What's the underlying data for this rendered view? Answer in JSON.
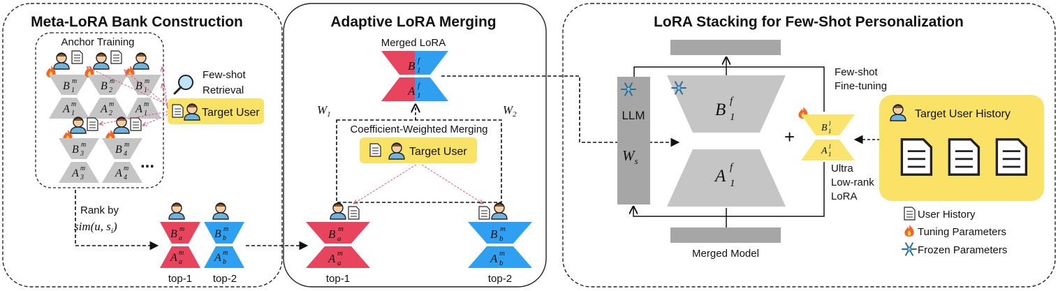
{
  "panels": {
    "bank": {
      "title": "Meta-LoRA Bank Construction",
      "anchor_training": "Anchor Training",
      "few_shot": "Few-shot",
      "retrieval": "Retrieval",
      "target_user": "Target User",
      "ellipsis": "...",
      "rank_by": "Rank by",
      "sim": "sim(u, s",
      "sim_sub": "i",
      "sim_close": ")",
      "loras": [
        {
          "b": "B",
          "bsub": "1",
          "a": "A",
          "asub": "1"
        },
        {
          "b": "B",
          "bsub": "2",
          "a": "A",
          "asub": "2"
        },
        {
          "b": "B",
          "bsub": "1",
          "a": "A",
          "asub": "1"
        },
        {
          "b": "B",
          "bsub": "3",
          "a": "A",
          "asub": "3"
        },
        {
          "b": "B",
          "bsub": "4",
          "a": "A",
          "asub": "4"
        }
      ],
      "sup": "m",
      "top1": {
        "b": "B",
        "sub": "a",
        "a": "A",
        "label": "top-1"
      },
      "top2": {
        "b": "B",
        "sub": "b",
        "a": "A",
        "label": "top-2"
      }
    },
    "merge": {
      "title": "Adaptive LoRA Merging",
      "merged_lora": "Merged LoRA",
      "merged_b": "B",
      "merged_a": "A",
      "merged_sup": "f",
      "merged_sub": "1",
      "w1": "W",
      "w1_sub": "1",
      "w2": "W",
      "w2_sub": "2",
      "cw": "Coefficient-Weighted Merging",
      "target_user": "Target User",
      "top1": "top-1",
      "top2": "top-2"
    },
    "stack": {
      "title": "LoRA Stacking for Few-Shot Personalization",
      "llm": "LLM",
      "ws": "W",
      "ws_sub": "s",
      "b": "B",
      "a": "A",
      "sup_f": "f",
      "sub": "1",
      "few_shot": "Few-shot",
      "fine_tuning": "Fine-tuning",
      "plus": "+",
      "bl": "B",
      "al": "A",
      "sup_l": "l",
      "ultra": "Ultra",
      "lowrank": "Low-rank",
      "lora": "LoRA",
      "history_title": "Target User History",
      "merged_model": "Merged Model",
      "legend": [
        "User History",
        "Tuning Parameters",
        "Frozen Parameters"
      ]
    }
  },
  "colors": {
    "red": "#e8445e",
    "blue": "#2f9ff1",
    "gray": "#a6a6a6",
    "light_gray": "#c5c5c5",
    "yellow": "#f9e265",
    "yellow_light": "#fbe46e",
    "pink_arrow": "#e05a7a"
  },
  "icons": [
    "user-avatar-icon",
    "document-icon",
    "magnifier-icon",
    "fire-icon",
    "snowflake-icon"
  ]
}
